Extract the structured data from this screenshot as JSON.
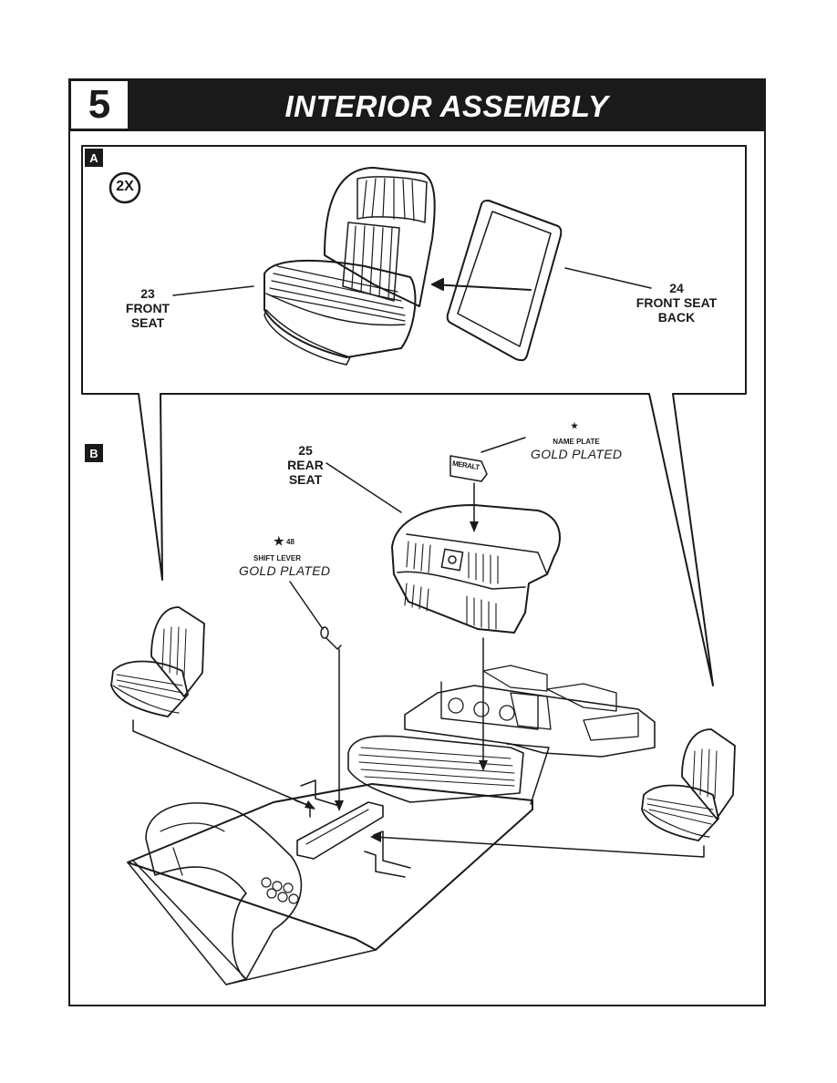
{
  "header": {
    "step_number": "5",
    "title": "INTERIOR ASSEMBLY"
  },
  "panel_a": {
    "tag": "A",
    "multiplier": "2X",
    "part_23": {
      "number": "23",
      "line1": "FRONT",
      "line2": "SEAT"
    },
    "part_24": {
      "number": "24",
      "line1": "FRONT SEAT",
      "line2": "BACK"
    }
  },
  "panel_b": {
    "tag": "B",
    "part_25": {
      "number": "25",
      "line1": "REAR",
      "line2": "SEAT"
    },
    "name_plate": {
      "star": "★",
      "label": "NAME PLATE",
      "finish": "GOLD PLATED"
    },
    "shift_lever": {
      "star": "★",
      "number": "48",
      "label": "SHIFT LEVER",
      "finish": "GOLD PLATED"
    },
    "plate_text": "MERALT"
  },
  "icons": [
    "star-icon",
    "multiplier-badge-icon"
  ],
  "colors": {
    "ink": "#1a1a1a",
    "paper": "#ffffff"
  }
}
